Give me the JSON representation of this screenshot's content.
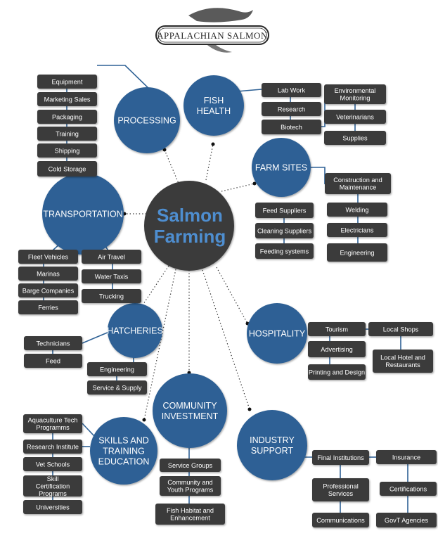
{
  "logo": {
    "text": "APPALACHIAN SALMON"
  },
  "hub": {
    "line1": "Salmon",
    "line2": "Farming"
  },
  "categories": {
    "processing": {
      "lines": [
        "PROCESSING"
      ],
      "items": [
        "Equipment",
        "Marketing Sales",
        "Packaging",
        "Training",
        "Shipping",
        "Cold Storage"
      ]
    },
    "fish_health": {
      "lines": [
        "FISH",
        "HEALTH"
      ],
      "items": [
        "Lab Work",
        "Research",
        "Biotech"
      ],
      "sub_items": [
        "Environmental Monitoring",
        "Veterinarians",
        "Supplies"
      ]
    },
    "farm_sites": {
      "lines": [
        "FARM SITES"
      ],
      "items": [
        "Feed Suppliers",
        "Cleaning Suppliers",
        "Feeding systems"
      ],
      "sub_items": [
        "Construction and Maintenance",
        "Welding",
        "Electricians",
        "Engineering"
      ]
    },
    "transportation": {
      "lines": [
        "TRANSPORTATION"
      ],
      "items_left": [
        "Fleet Vehicles",
        "Marinas",
        "Barge Companies",
        "Ferries"
      ],
      "items_right": [
        "Air Travel",
        "Water Taxis",
        "Trucking"
      ]
    },
    "hatcheries": {
      "lines": [
        "HATCHERIES"
      ],
      "items_left": [
        "Technicians",
        "Feed"
      ],
      "items_right": [
        "Engineering",
        "Service & Supply"
      ]
    },
    "hospitality": {
      "lines": [
        "HOSPITALITY"
      ],
      "items": [
        "Tourism",
        "Advertising",
        "Printing and Design"
      ],
      "sub_items": [
        "Local Shops",
        "Local Hotel and Restaurants"
      ]
    },
    "community": {
      "lines": [
        "COMMUNITY",
        "INVESTMENT"
      ],
      "items": [
        "Service Groups",
        "Community and Youth Programs",
        "Fish Habitat and Enhancement"
      ]
    },
    "skills": {
      "lines": [
        "SKILLS AND",
        "TRAINING",
        "EDUCATION"
      ],
      "items": [
        "Aquaculture Tech Programms",
        "Research Institute",
        "Vet Schools",
        "Skill Certification Programs",
        "Universities"
      ]
    },
    "industry": {
      "lines": [
        "INDUSTRY",
        "SUPPORT"
      ],
      "items": [
        "Final Institutions",
        "Professional Services",
        "Communications"
      ],
      "sub_items": [
        "Insurance",
        "Certifications",
        "GovT Agencies"
      ]
    }
  },
  "colors": {
    "circle_blue": "#2e6195",
    "hub_dark": "#3a3a3b",
    "hub_text_blue": "#4e8ed0",
    "box_dark": "#3a3a3b"
  }
}
